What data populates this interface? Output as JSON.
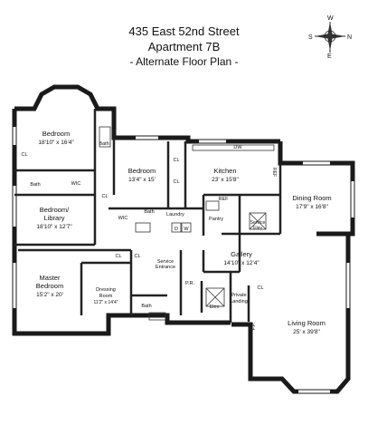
{
  "title": {
    "address": "435 East 52nd Street",
    "apartment": "Apartment 7B",
    "subtitle": "- Alternate Floor Plan -"
  },
  "compass": {
    "north": "N",
    "south": "S",
    "east": "E",
    "west": "W"
  },
  "rooms": {
    "bedroom1": {
      "name": "Bedroom",
      "dims": "18'10\" x 16'4\""
    },
    "bedroom2": {
      "name": "Bedroom",
      "dims": "13'4\" x 15'"
    },
    "kitchen": {
      "name": "Kitchen",
      "dims": "23' x 15'8\""
    },
    "dining": {
      "name": "Dining Room",
      "dims": "17'9\" x 16'8\""
    },
    "library": {
      "name1": "Bedroom/",
      "name2": "Library",
      "dims": "18'10\" x 12'7\""
    },
    "master": {
      "name1": "Master",
      "name2": "Bedroom",
      "dims": "15'2\" x 20'"
    },
    "dressing": {
      "name1": "Dressing",
      "name2": "Room",
      "dims": "11'2\" x 14'4\""
    },
    "gallery": {
      "name": "Gallery",
      "dims": "14'10\" x 12'4\""
    },
    "living": {
      "name": "Living Room",
      "dims": "25' x 39'8\""
    },
    "service_entrance": {
      "name1": "Service",
      "name2": "Entrance"
    },
    "private_landing": {
      "name1": "Private",
      "name2": "Landing"
    },
    "service_elev": {
      "name1": "Service",
      "name2": "Elev"
    }
  },
  "labels": {
    "bath": "Bath",
    "cl": "CL",
    "wic": "WIC",
    "laundry": "Laundry",
    "pantry": "Pantry",
    "ref": "REF",
    "dw": "DW",
    "pr": "P.R.",
    "elev": "Elev",
    "d": "D",
    "w": "W",
    "fp": "F.P."
  }
}
